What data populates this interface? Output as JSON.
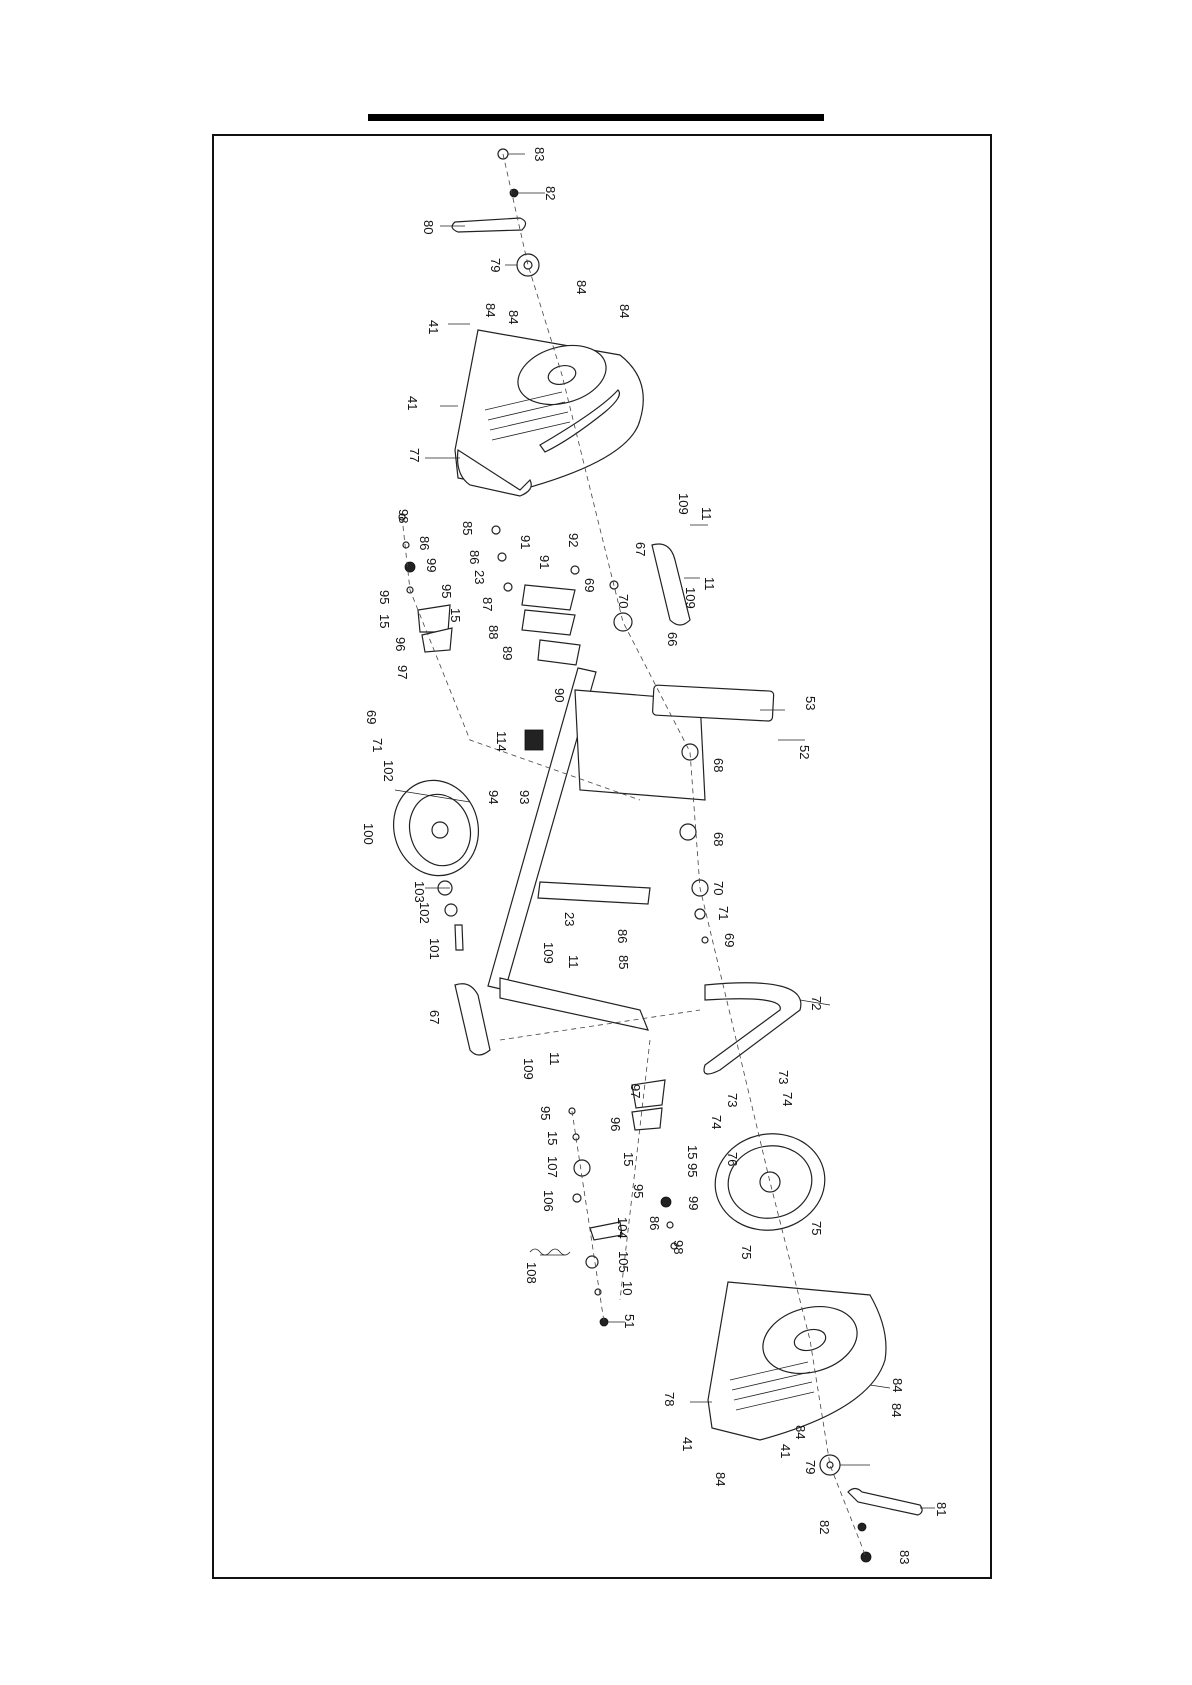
{
  "labels": [
    {
      "id": "l83a",
      "text": "83"
    },
    {
      "id": "l82a",
      "text": "82"
    },
    {
      "id": "l80",
      "text": "80"
    },
    {
      "id": "l79a",
      "text": "79"
    },
    {
      "id": "l84a",
      "text": "84"
    },
    {
      "id": "l84b",
      "text": "84"
    },
    {
      "id": "l84c",
      "text": "84"
    },
    {
      "id": "l84d",
      "text": "84"
    },
    {
      "id": "l41a",
      "text": "41"
    },
    {
      "id": "l41b",
      "text": "41"
    },
    {
      "id": "l77",
      "text": "77"
    },
    {
      "id": "l109a",
      "text": "109"
    },
    {
      "id": "l11a",
      "text": "11"
    },
    {
      "id": "l67a",
      "text": "67"
    },
    {
      "id": "l109b",
      "text": "109"
    },
    {
      "id": "l11b",
      "text": "11"
    },
    {
      "id": "l98a",
      "text": "98"
    },
    {
      "id": "l86a",
      "text": "86"
    },
    {
      "id": "l99a",
      "text": "99"
    },
    {
      "id": "l95a",
      "text": "95"
    },
    {
      "id": "l95b",
      "text": "95"
    },
    {
      "id": "l15a",
      "text": "15"
    },
    {
      "id": "l15b",
      "text": "15"
    },
    {
      "id": "l96a",
      "text": "96"
    },
    {
      "id": "l97a",
      "text": "97"
    },
    {
      "id": "l85a",
      "text": "85"
    },
    {
      "id": "l86b",
      "text": "86"
    },
    {
      "id": "l23a",
      "text": "23"
    },
    {
      "id": "l87",
      "text": "87"
    },
    {
      "id": "l88",
      "text": "88"
    },
    {
      "id": "l89",
      "text": "89"
    },
    {
      "id": "l90",
      "text": "90"
    },
    {
      "id": "l91a",
      "text": "91"
    },
    {
      "id": "l91b",
      "text": "91"
    },
    {
      "id": "l92",
      "text": "92"
    },
    {
      "id": "l69a",
      "text": "69"
    },
    {
      "id": "l70a",
      "text": "70"
    },
    {
      "id": "l66",
      "text": "66"
    },
    {
      "id": "l53",
      "text": "53"
    },
    {
      "id": "l52",
      "text": "52"
    },
    {
      "id": "l69b",
      "text": "69"
    },
    {
      "id": "l71a",
      "text": "71"
    },
    {
      "id": "l102a",
      "text": "102"
    },
    {
      "id": "l114",
      "text": "114"
    },
    {
      "id": "l94",
      "text": "94"
    },
    {
      "id": "l93",
      "text": "93"
    },
    {
      "id": "l68a",
      "text": "68"
    },
    {
      "id": "l68b",
      "text": "68"
    },
    {
      "id": "l100",
      "text": "100"
    },
    {
      "id": "l103",
      "text": "103"
    },
    {
      "id": "l102b",
      "text": "102"
    },
    {
      "id": "l101",
      "text": "101"
    },
    {
      "id": "l70b",
      "text": "70"
    },
    {
      "id": "l71b",
      "text": "71"
    },
    {
      "id": "l69c",
      "text": "69"
    },
    {
      "id": "l23b",
      "text": "23"
    },
    {
      "id": "l86c",
      "text": "86"
    },
    {
      "id": "l85b",
      "text": "85"
    },
    {
      "id": "l109c",
      "text": "109"
    },
    {
      "id": "l11c",
      "text": "11"
    },
    {
      "id": "l67b",
      "text": "67"
    },
    {
      "id": "l109d",
      "text": "109"
    },
    {
      "id": "l11d",
      "text": "11"
    },
    {
      "id": "l72",
      "text": "72"
    },
    {
      "id": "l73a",
      "text": "73"
    },
    {
      "id": "l73b",
      "text": "73"
    },
    {
      "id": "l74a",
      "text": "74"
    },
    {
      "id": "l74b",
      "text": "74"
    },
    {
      "id": "l76",
      "text": "76"
    },
    {
      "id": "l97b",
      "text": "97"
    },
    {
      "id": "l96b",
      "text": "96"
    },
    {
      "id": "l95c",
      "text": "95"
    },
    {
      "id": "l15c",
      "text": "15"
    },
    {
      "id": "l107",
      "text": "107"
    },
    {
      "id": "l15d",
      "text": "15"
    },
    {
      "id": "l15e",
      "text": "15"
    },
    {
      "id": "l95d",
      "text": "95"
    },
    {
      "id": "l95e",
      "text": "95"
    },
    {
      "id": "l106",
      "text": "106"
    },
    {
      "id": "l99b",
      "text": "99"
    },
    {
      "id": "l86d",
      "text": "86"
    },
    {
      "id": "l98b",
      "text": "98"
    },
    {
      "id": "l104",
      "text": "104"
    },
    {
      "id": "l105",
      "text": "105"
    },
    {
      "id": "l10",
      "text": "10"
    },
    {
      "id": "l51",
      "text": "51"
    },
    {
      "id": "l108",
      "text": "108"
    },
    {
      "id": "l75a",
      "text": "75"
    },
    {
      "id": "l75b",
      "text": "75"
    },
    {
      "id": "l78",
      "text": "78"
    },
    {
      "id": "l84e",
      "text": "84"
    },
    {
      "id": "l84f",
      "text": "84"
    },
    {
      "id": "l84g",
      "text": "84"
    },
    {
      "id": "l84h",
      "text": "84"
    },
    {
      "id": "l41c",
      "text": "41"
    },
    {
      "id": "l41d",
      "text": "41"
    },
    {
      "id": "l79b",
      "text": "79"
    },
    {
      "id": "l81",
      "text": "81"
    },
    {
      "id": "l82b",
      "text": "82"
    },
    {
      "id": "l83b",
      "text": "83"
    }
  ]
}
